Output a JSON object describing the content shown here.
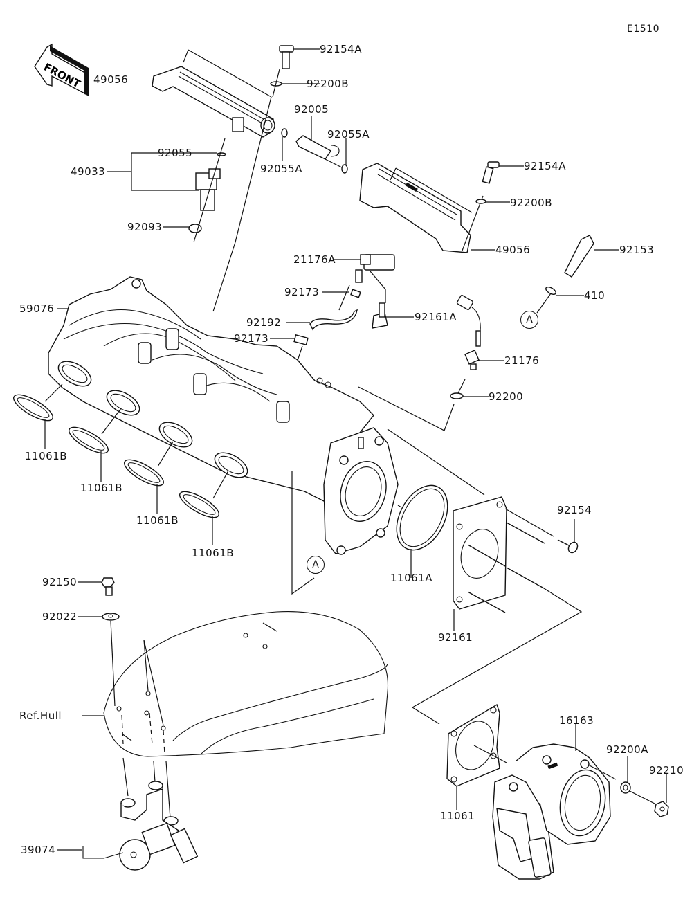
{
  "diagram": {
    "code": "E1510",
    "front_arrow": "FRONT",
    "ref_markers": [
      "A",
      "A"
    ],
    "parts": [
      {
        "id": "p49056a",
        "label": "49056"
      },
      {
        "id": "p92154A_a",
        "label": "92154A"
      },
      {
        "id": "p92200B_a",
        "label": "92200B"
      },
      {
        "id": "p92005",
        "label": "92005"
      },
      {
        "id": "p92055A_a",
        "label": "92055A"
      },
      {
        "id": "p92055A_b",
        "label": "92055A"
      },
      {
        "id": "p92055",
        "label": "92055"
      },
      {
        "id": "p49033",
        "label": "49033"
      },
      {
        "id": "p92093",
        "label": "92093"
      },
      {
        "id": "p92154A_b",
        "label": "92154A"
      },
      {
        "id": "p92200B_b",
        "label": "92200B"
      },
      {
        "id": "p49056b",
        "label": "49056"
      },
      {
        "id": "p92153",
        "label": "92153"
      },
      {
        "id": "p410",
        "label": "410"
      },
      {
        "id": "p21176A",
        "label": "21176A"
      },
      {
        "id": "p92173a",
        "label": "92173"
      },
      {
        "id": "p92192",
        "label": "92192"
      },
      {
        "id": "p92173b",
        "label": "92173"
      },
      {
        "id": "p92161A",
        "label": "92161A"
      },
      {
        "id": "p21176",
        "label": "21176"
      },
      {
        "id": "p92200",
        "label": "92200"
      },
      {
        "id": "p59076",
        "label": "59076"
      },
      {
        "id": "p11061B_1",
        "label": "11061B"
      },
      {
        "id": "p11061B_2",
        "label": "11061B"
      },
      {
        "id": "p11061B_3",
        "label": "11061B"
      },
      {
        "id": "p11061B_4",
        "label": "11061B"
      },
      {
        "id": "p92154",
        "label": "92154"
      },
      {
        "id": "p11061A",
        "label": "11061A"
      },
      {
        "id": "p92161",
        "label": "92161"
      },
      {
        "id": "p92150",
        "label": "92150"
      },
      {
        "id": "p92022",
        "label": "92022"
      },
      {
        "id": "pRefHull",
        "label": "Ref.Hull"
      },
      {
        "id": "p16163",
        "label": "16163"
      },
      {
        "id": "p92200A",
        "label": "92200A"
      },
      {
        "id": "p92210",
        "label": "92210"
      },
      {
        "id": "p11061",
        "label": "11061"
      },
      {
        "id": "p39074",
        "label": "39074"
      }
    ]
  }
}
